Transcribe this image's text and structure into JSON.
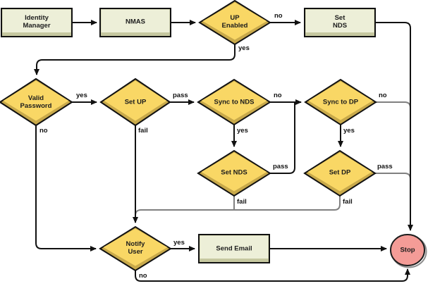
{
  "diagram": {
    "type": "flowchart",
    "colors": {
      "background": "#ffffff",
      "decision_fill": "#f9d765",
      "decision_shadow": "#c8a94a",
      "process_fill": "#edefd8",
      "process_shadow": "#c6c8a0",
      "terminator_fill": "#f49c97",
      "line": "#111111",
      "alt_line": "#808080"
    },
    "nodes": {
      "identity_manager": {
        "label": "Identity Manager",
        "shape": "process"
      },
      "nmas": {
        "label": "NMAS",
        "shape": "process"
      },
      "up_enabled": {
        "label": "UP Enabled",
        "shape": "decision"
      },
      "set_nds_box": {
        "label": "Set NDS",
        "shape": "process"
      },
      "valid_password": {
        "label": "Valid Password",
        "shape": "decision"
      },
      "set_up": {
        "label": "Set UP",
        "shape": "decision"
      },
      "sync_to_nds": {
        "label": "Sync to NDS",
        "shape": "decision"
      },
      "sync_to_dp": {
        "label": "Sync to DP",
        "shape": "decision"
      },
      "set_nds": {
        "label": "Set NDS",
        "shape": "decision"
      },
      "set_dp": {
        "label": "Set DP",
        "shape": "decision"
      },
      "notify_user": {
        "label": "Notify User",
        "shape": "decision"
      },
      "send_email": {
        "label": "Send Email",
        "shape": "process"
      },
      "stop": {
        "label": "Stop",
        "shape": "terminator"
      }
    },
    "edge_labels": {
      "up_enabled_no": "no",
      "up_enabled_yes": "yes",
      "valid_password_yes": "yes",
      "valid_password_no": "no",
      "set_up_pass": "pass",
      "set_up_fail": "fail",
      "sync_to_nds_no": "no",
      "sync_to_nds_yes": "yes",
      "sync_to_dp_no": "no",
      "sync_to_dp_yes": "yes",
      "set_nds_pass": "pass",
      "set_nds_fail": "fail",
      "set_dp_pass": "pass",
      "set_dp_fail": "fail",
      "notify_user_yes": "yes",
      "notify_user_no": "no"
    },
    "edges": [
      {
        "from": "Identity Manager",
        "to": "NMAS",
        "label": ""
      },
      {
        "from": "NMAS",
        "to": "UP Enabled",
        "label": ""
      },
      {
        "from": "UP Enabled",
        "to": "Set NDS (box)",
        "label": "no"
      },
      {
        "from": "UP Enabled",
        "to": "Valid Password",
        "label": "yes"
      },
      {
        "from": "Set NDS (box)",
        "to": "Stop",
        "label": ""
      },
      {
        "from": "Valid Password",
        "to": "Set UP",
        "label": "yes"
      },
      {
        "from": "Valid Password",
        "to": "Notify User",
        "label": "no"
      },
      {
        "from": "Set UP",
        "to": "Sync to NDS",
        "label": "pass"
      },
      {
        "from": "Set UP",
        "to": "Notify User",
        "label": "fail"
      },
      {
        "from": "Sync to NDS",
        "to": "Sync to DP",
        "label": "no"
      },
      {
        "from": "Sync to NDS",
        "to": "Set NDS",
        "label": "yes"
      },
      {
        "from": "Set NDS",
        "to": "Sync to DP",
        "label": "pass"
      },
      {
        "from": "Set NDS",
        "to": "Notify User",
        "label": "fail"
      },
      {
        "from": "Sync to DP",
        "to": "Stop",
        "label": "no"
      },
      {
        "from": "Sync to DP",
        "to": "Set DP",
        "label": "yes"
      },
      {
        "from": "Set DP",
        "to": "Stop",
        "label": "pass"
      },
      {
        "from": "Set DP",
        "to": "Notify User",
        "label": "fail"
      },
      {
        "from": "Notify User",
        "to": "Send Email",
        "label": "yes"
      },
      {
        "from": "Notify User",
        "to": "Stop",
        "label": "no"
      },
      {
        "from": "Send Email",
        "to": "Stop",
        "label": ""
      }
    ]
  }
}
